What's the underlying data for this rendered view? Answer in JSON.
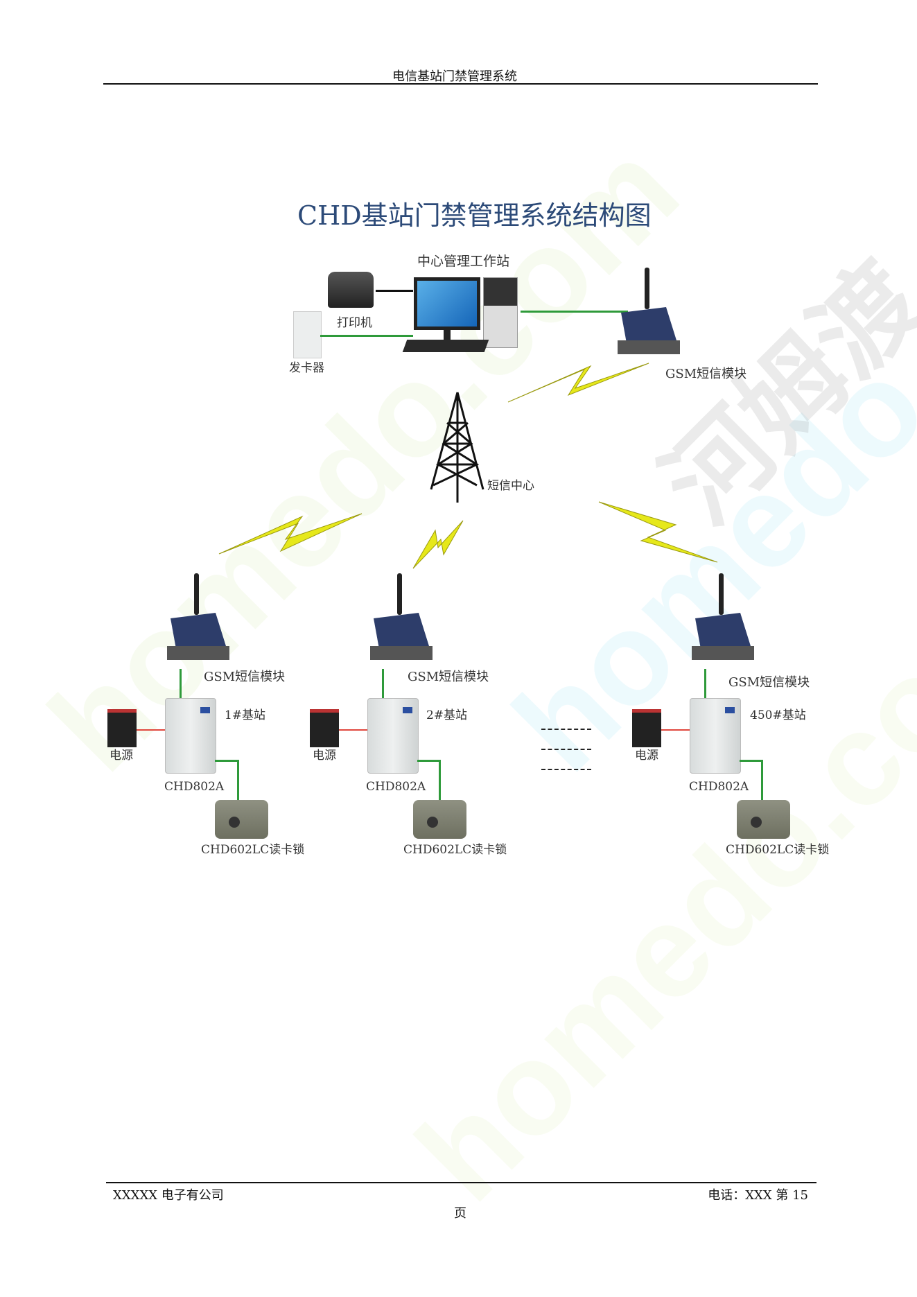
{
  "header": {
    "title": "电信基站门禁管理系统"
  },
  "diagram": {
    "title": "CHD基站门禁管理系统结构图",
    "workstation_label": "中心管理工作站",
    "printer_label": "打印机",
    "card_issuer_label": "发卡器",
    "top_gsm_label": "GSM短信模块",
    "sms_center_label": "短信中心",
    "stations": [
      {
        "gsm_label": "GSM短信模块",
        "station_label": "1#基站",
        "power_label": "电源",
        "controller_label": "CHD802A",
        "lock_label": "CHD602LC读卡锁"
      },
      {
        "gsm_label": "GSM短信模块",
        "station_label": "2#基站",
        "power_label": "电源",
        "controller_label": "CHD802A",
        "lock_label": "CHD602LC读卡锁"
      },
      {
        "gsm_label": "GSM短信模块",
        "station_label": "450#基站",
        "power_label": "电源",
        "controller_label": "CHD802A",
        "lock_label": "CHD602LC读卡锁"
      }
    ]
  },
  "watermark": {
    "text1": "homedo.com",
    "text2": "河姆渡"
  },
  "footer": {
    "company": "XXXXX 电子有公司",
    "phone_page": "电话：XXX 第 15",
    "page_suffix": "页"
  },
  "colors": {
    "title": "#2c4a78",
    "link_green": "#2e9a3a",
    "power_red": "#e0463c",
    "lightning": "#e6e81a"
  }
}
